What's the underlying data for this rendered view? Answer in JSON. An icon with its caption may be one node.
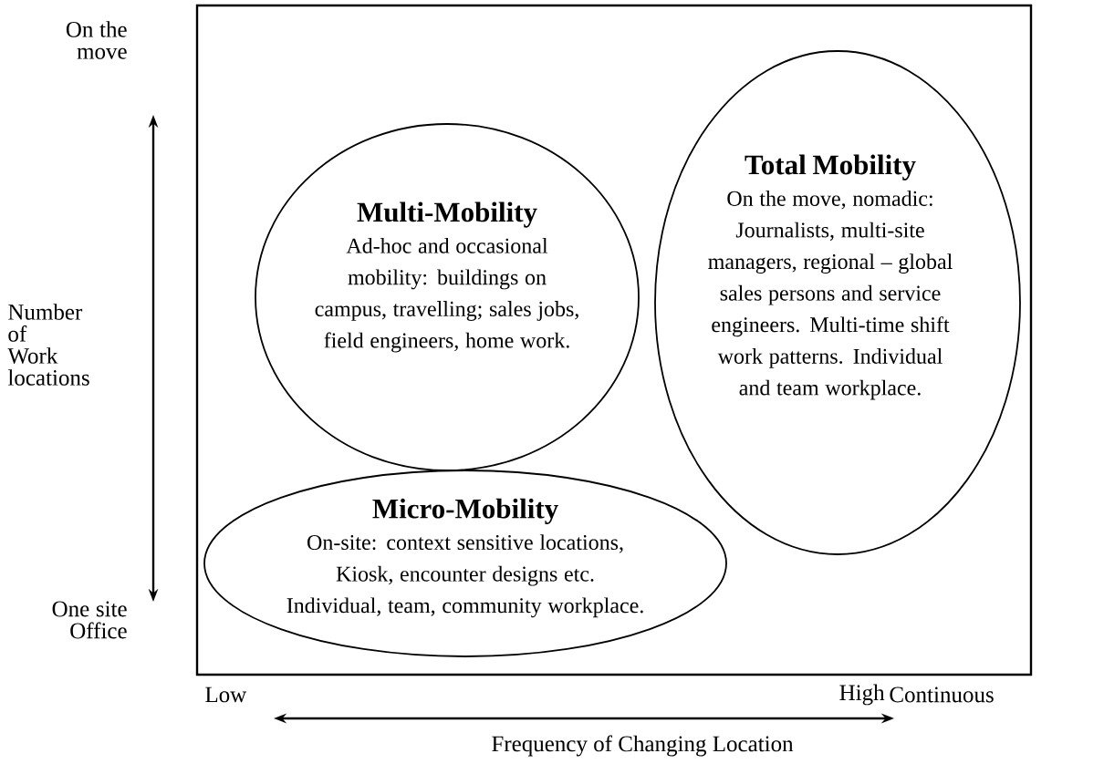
{
  "diagram": {
    "nodes": [
      {
        "text": [
          "Multi-Mobility",
          "Ad-hoc and occasional mobility: buildings on campus, travelling; sales jobs, field engineers, home work."
        ]
      },
      {
        "text": [
          "Total Mobility",
          "On the move, nomadic: Journalists, multi-site managers, regional – global sales persons and service engineers. Multi-time shift work patterns. Individual and team workplace."
        ]
      },
      {
        "text": [
          "Micro-Mobility",
          "On-site: context sensitive locations, Kiosk, encounter designs etc. Individual, team, community workplace."
        ]
      }
    ],
    "edges": [],
    "labels": [
      "On the move",
      "Number of Work locations",
      "One site Office",
      "Low",
      "High",
      "Continuous",
      "Frequency of Changing Location"
    ]
  }
}
